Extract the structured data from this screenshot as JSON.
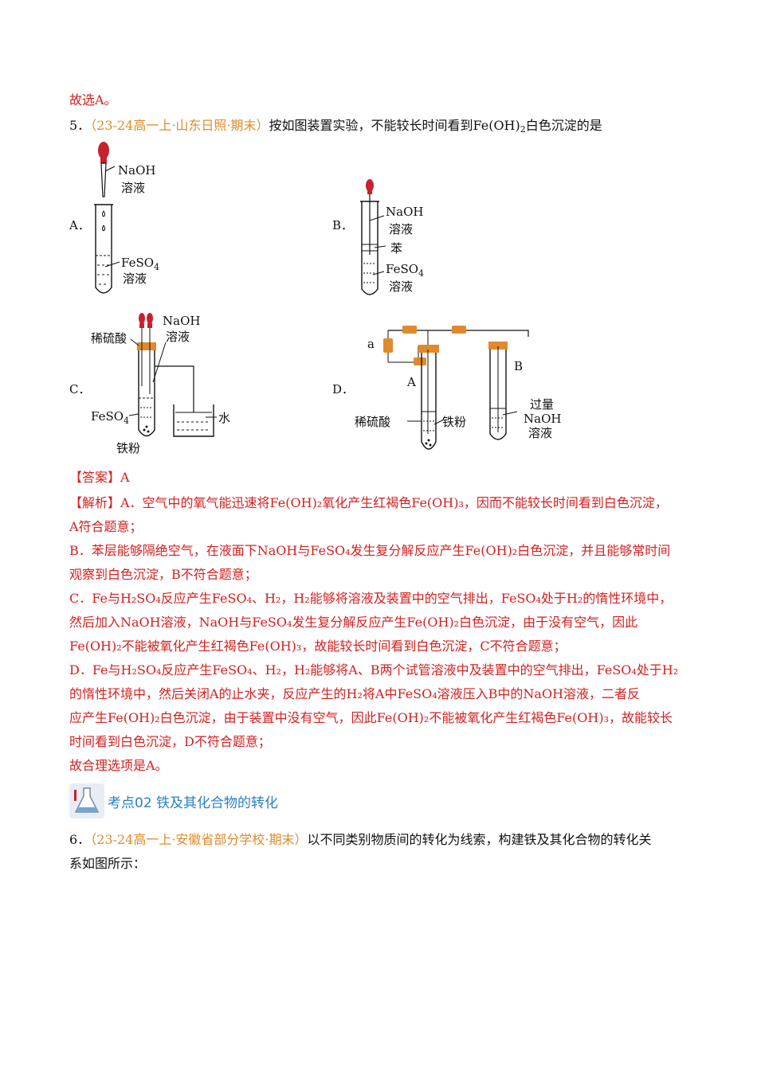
{
  "prev_conclusion": "故选A。",
  "q5": {
    "number": "5．",
    "source": "（23-24高一上·山东日照·期末）",
    "stem_a": "按如图装置实验，不能较长时间看到Fe(OH)",
    "stem_sub": "2",
    "stem_b": "白色沉淀的是",
    "options": {
      "A": "A．",
      "B": "B．",
      "C": "C．",
      "D": "D．"
    },
    "figA": {
      "l1": "NaOH",
      "l2": "溶液",
      "l3": "FeSO",
      "l3sub": "4",
      "l4": "溶液"
    },
    "figB": {
      "l1": "NaOH",
      "l2": "溶液",
      "l3": "苯",
      "l4": "FeSO",
      "l4sub": "4",
      "l5": "溶液"
    },
    "figC": {
      "acid": "稀硫酸",
      "l1": "NaOH",
      "l2": "溶液",
      "feso": "FeSO",
      "fesosub": "4",
      "water": "水",
      "iron": "铁粉"
    },
    "figD": {
      "a": "a",
      "A": "A",
      "B": "B",
      "acid": "稀硫酸",
      "iron": "铁粉",
      "ex1": "过量",
      "ex2": "NaOH",
      "ex3": "溶液"
    },
    "answer": "【答案】A",
    "analysis": [
      "【解析】A．空气中的氧气能迅速将Fe(OH)₂氧化产生红褐色Fe(OH)₃，因而不能较长时间看到白色沉淀，",
      "A符合题意；",
      "B．苯层能够隔绝空气，在液面下NaOH与FeSO₄发生复分解反应产生Fe(OH)₂白色沉淀，并且能够常时间",
      "观察到白色沉淀，B不符合题意；",
      "C．Fe与H₂SO₄反应产生FeSO₄、H₂，H₂能够将溶液及装置中的空气排出，FeSO₄处于H₂的惰性环境中，",
      "然后加入NaOH溶液，NaOH与FeSO₄发生复分解反应产生Fe(OH)₂白色沉淀，由于没有空气，因此",
      "Fe(OH)₂不能被氧化产生红褐色Fe(OH)₃，故能较长时间看到白色沉淀，C不符合题意；",
      "D．Fe与H₂SO₄反应产生FeSO₄、H₂，H₂能够将A、B两个试管溶液中及装置中的空气排出，FeSO₄处于H₂",
      "的惰性环境中，然后关闭A的止水夹，反应产生的H₂将A中FeSO₄溶液压入B中的NaOH溶液，二者反",
      "应产生Fe(OH)₂白色沉淀，由于装置中没有空气，因此Fe(OH)₂不能被氧化产生红褐色Fe(OH)₃，故能较长",
      "时间看到白色沉淀，D不符合题意；",
      "故合理选项是A。"
    ]
  },
  "section": {
    "title": "考点02  铁及其化合物的转化"
  },
  "q6": {
    "number": "6．",
    "source": "（23-24高一上·安徽省部分学校·期末）",
    "stem_1": "以不同类别物质间的转化为线索，构建铁及其化合物的转化关",
    "stem_2": "系如图所示："
  }
}
